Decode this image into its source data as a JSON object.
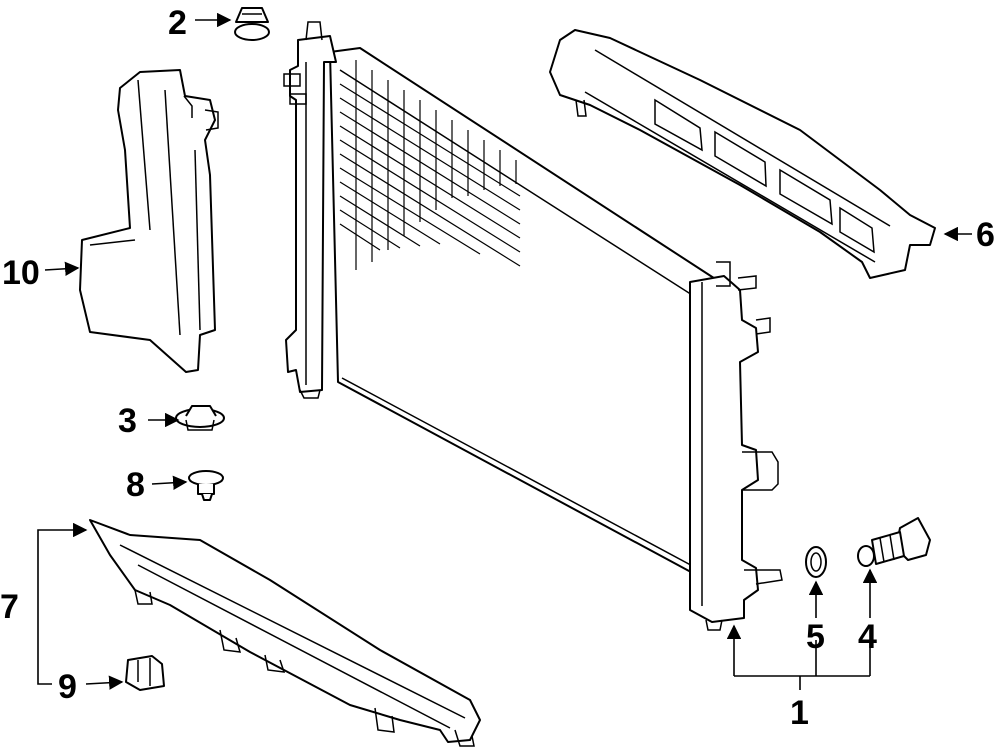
{
  "diagram": {
    "parts": [
      {
        "id": "radiator",
        "callout": "1"
      },
      {
        "id": "clip-top",
        "callout": "2"
      },
      {
        "id": "grommet",
        "callout": "3"
      },
      {
        "id": "drain-plug",
        "callout": "4"
      },
      {
        "id": "o-ring",
        "callout": "5"
      },
      {
        "id": "upper-air-guide",
        "callout": "6"
      },
      {
        "id": "lower-air-guide",
        "callout": "7"
      },
      {
        "id": "push-clip",
        "callout": "8"
      },
      {
        "id": "bracket-clip",
        "callout": "9"
      },
      {
        "id": "side-air-guide",
        "callout": "10"
      }
    ]
  }
}
